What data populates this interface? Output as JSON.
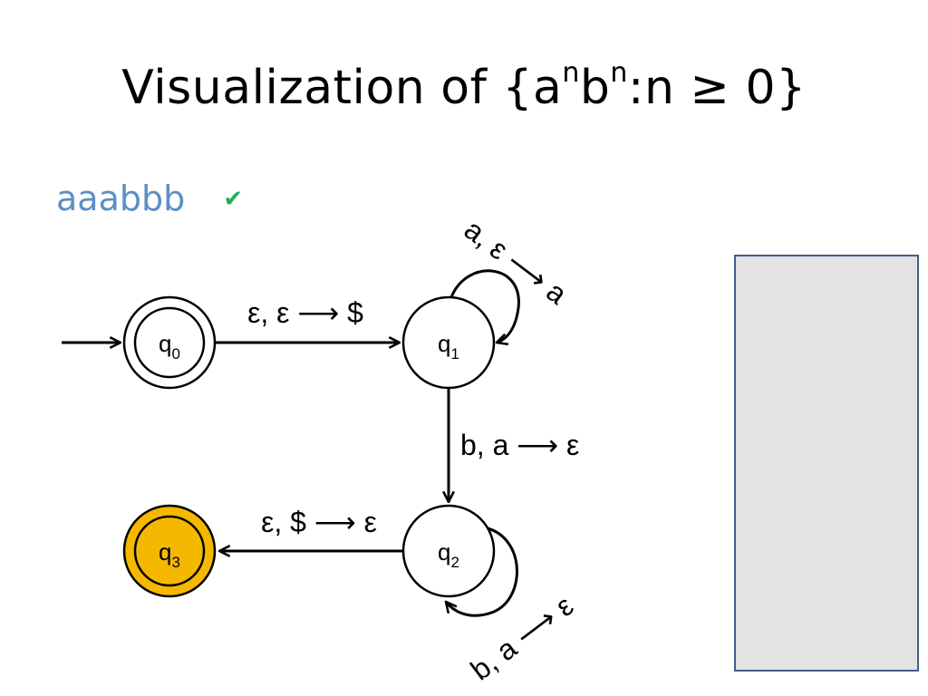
{
  "title": {
    "prefix": "Visualization of {a",
    "sup1": "n",
    "mid": "b",
    "sup2": "n",
    "suffix": ":n ≥ 0}"
  },
  "input": {
    "string": "aaabbb",
    "accepted_icon": "check-icon",
    "accepted_glyph": "✔"
  },
  "states": {
    "q0": {
      "name": "q",
      "sub": "0"
    },
    "q1": {
      "name": "q",
      "sub": "1"
    },
    "q2": {
      "name": "q",
      "sub": "2"
    },
    "q3": {
      "name": "q",
      "sub": "3"
    }
  },
  "edges": {
    "q0_q1": "ε, ε ⟶ $",
    "q1_loop": "a, ε ⟶ a",
    "q1_q2": "b, a ⟶ ε",
    "q2_q3": "ε, $ ⟶ ε",
    "q2_loop": "b, a ⟶ ε"
  },
  "colors": {
    "accept_highlight": "#f5b800",
    "input_text": "#5b8fc7",
    "check": "#1fae5a",
    "stack_fill": "#e3e3e3",
    "stack_border": "#3f5f8a"
  }
}
